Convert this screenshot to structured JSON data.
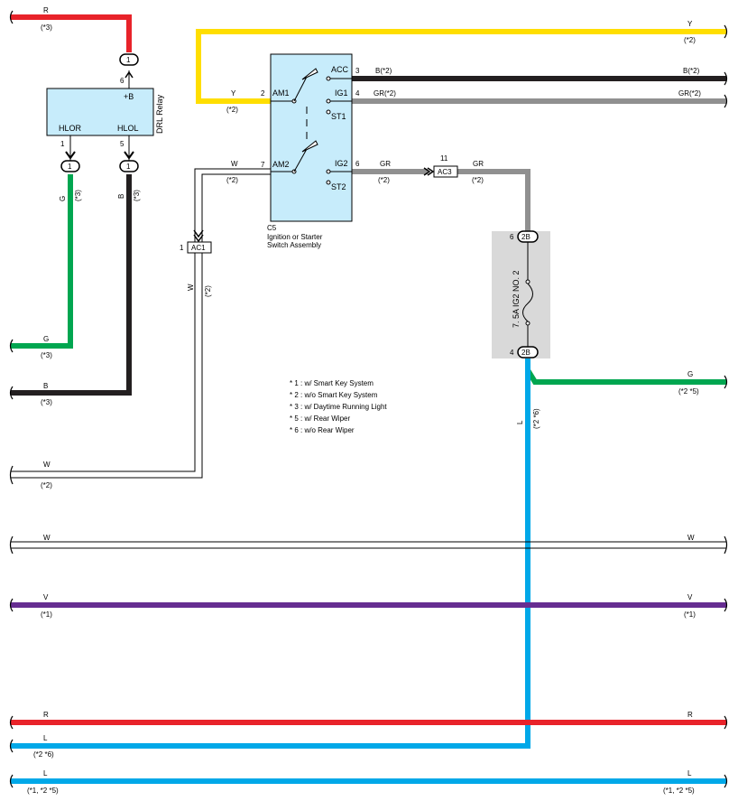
{
  "wires": {
    "r_top": {
      "color": "R",
      "note": "(*3)"
    },
    "y_top": {
      "color": "Y",
      "note": "(*2)"
    },
    "y_am1": {
      "color": "Y",
      "note": "(*2)"
    },
    "b_acc": {
      "color": "B(*2)",
      "color_right": "B(*2)"
    },
    "gr_ig1": {
      "color": "GR(*2)",
      "color_right": "GR(*2)"
    },
    "w_am2": {
      "color": "W",
      "note": "(*2)"
    },
    "gr_ig2": {
      "color": "GR",
      "note": "(*2)"
    },
    "gr_ac3": {
      "color": "GR",
      "note": "(*2)"
    },
    "g_relay": {
      "color": "G",
      "note": "(*3)"
    },
    "b_relay": {
      "color": "B",
      "note": "(*3)"
    },
    "w_ac1": {
      "color": "W",
      "note": "(*2)"
    },
    "g_left": {
      "color": "G",
      "note": "(*3)"
    },
    "b_left": {
      "color": "B",
      "note": "(*3)"
    },
    "g_fuse": {
      "color": "G",
      "note": "(*2 *5)"
    },
    "l_fuse": {
      "color": "L",
      "note": "(*2 *6)"
    },
    "w_left1": {
      "color": "W",
      "note": "(*2)"
    },
    "w_full": {
      "color_left": "W",
      "color_right": "W"
    },
    "v_full": {
      "color_left": "V",
      "note_left": "(*1)",
      "color_right": "V",
      "note_right": "(*1)"
    },
    "r_full": {
      "color_left": "R",
      "color_right": "R"
    },
    "l_mid": {
      "color": "L",
      "note": "(*2 *6)"
    },
    "l_full": {
      "color_left": "L",
      "note_left": "(*1, *2 *5)",
      "color_right": "L",
      "note_right": "(*1, *2 *5)"
    }
  },
  "drl_relay": {
    "name": "DRL Relay",
    "pin_b": "+B",
    "pin_hlor": "HLOR",
    "pin_hlol": "HLOL",
    "pin6": "6",
    "pin1": "1",
    "pin5": "5",
    "conn_top": "1",
    "conn_left": "1",
    "conn_right": "1"
  },
  "switch": {
    "id": "C5",
    "name_line1": "Ignition or Starter",
    "name_line2": "Switch Assembly",
    "acc": "ACC",
    "ig1": "IG1",
    "st1": "ST1",
    "am1": "AM1",
    "am2": "AM2",
    "ig2": "IG2",
    "st2": "ST2",
    "pin2": "2",
    "pin3": "3",
    "pin4": "4",
    "pin6": "6",
    "pin7": "7"
  },
  "connectors": {
    "ac1": "AC1",
    "ac1_pin": "1",
    "ac3": "AC3",
    "ac3_pin": "11"
  },
  "fuse": {
    "name": "7. 5A IG2 NO. 2",
    "conn_top": "2B",
    "conn_bottom": "2B",
    "pin_top": "6",
    "pin_bottom": "4"
  },
  "notes": [
    "* 1 : w/ Smart Key System",
    "* 2 : w/o Smart Key System",
    "* 3 : w/ Daytime Running Light",
    "* 5 : w/ Rear Wiper",
    "* 6 : w/o Rear Wiper"
  ],
  "colors": {
    "red": "#e8232a",
    "yellow": "#ffde00",
    "black": "#231f20",
    "gray": "#909090",
    "green": "#00a650",
    "blue": "#00a8e8",
    "violet": "#662d91",
    "relay_fill": "#c7ecfb",
    "fuse_fill": "#d9d9d9"
  }
}
